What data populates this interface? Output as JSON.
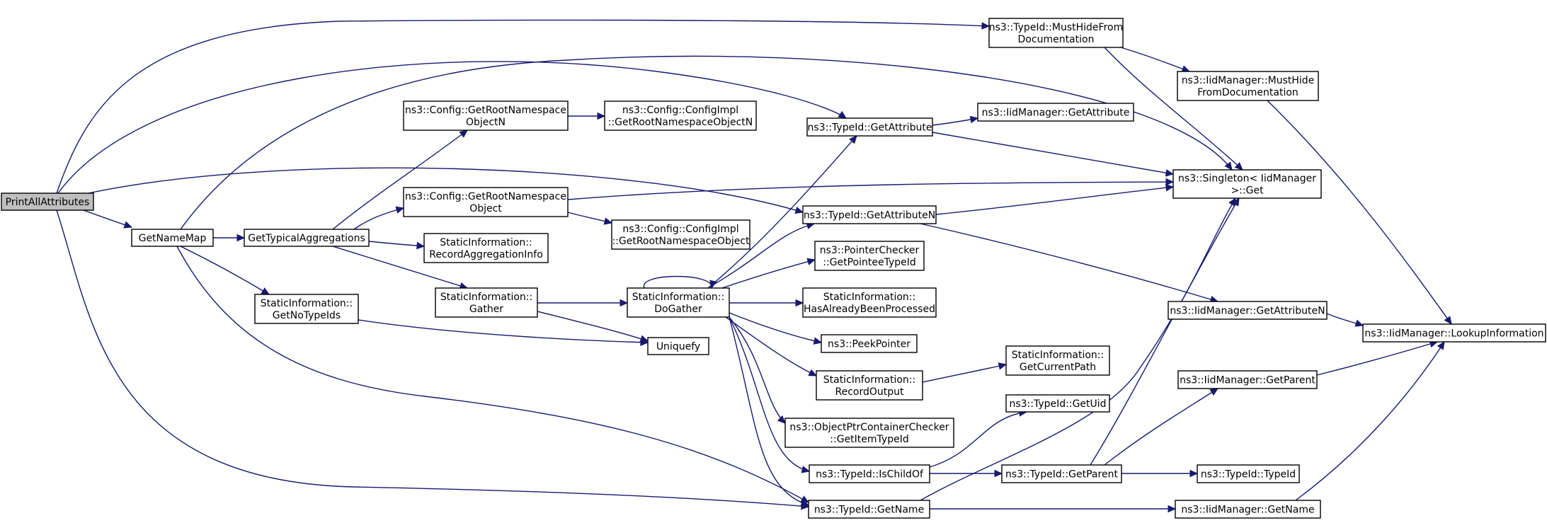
{
  "colors": {
    "edge": "#191970",
    "root_fill": "#bfbfbf",
    "node_fill": "#ffffff",
    "node_stroke": "#000000"
  },
  "nodes": {
    "root": [
      "PrintAllAttributes"
    ],
    "getnamemap": [
      "GetNameMap"
    ],
    "gettypicalagg": [
      "GetTypicalAggregations"
    ],
    "cfg_rootnsobjn": [
      "ns3::Config::GetRootNamespace",
      "ObjectN"
    ],
    "cfgimpl_rootnsobjn": [
      "ns3::Config::ConfigImpl",
      "::GetRootNamespaceObjectN"
    ],
    "cfg_rootnsobj": [
      "ns3::Config::GetRootNamespace",
      "Object"
    ],
    "cfgimpl_rootnsobj": [
      "ns3::Config::ConfigImpl",
      "::GetRootNamespaceObject"
    ],
    "recordagg": [
      "StaticInformation::",
      "RecordAggregationInfo"
    ],
    "getnotypeids": [
      "StaticInformation::",
      "GetNoTypeIds"
    ],
    "gather": [
      "StaticInformation::",
      "Gather"
    ],
    "dogather": [
      "StaticInformation::",
      "DoGather"
    ],
    "uniquefy": [
      "Uniquefy"
    ],
    "typeid_getattr": [
      "ns3::TypeId::GetAttribute"
    ],
    "iid_getattr": [
      "ns3::IidManager::GetAttribute"
    ],
    "typeid_mustide": [
      "ns3::TypeId::MustHideFrom",
      "Documentation"
    ],
    "iid_musthide": [
      "ns3::IidManager::MustHide",
      "FromDocumentation"
    ],
    "singleton_get": [
      "ns3::Singleton< IidManager",
      ">::Get"
    ],
    "typeid_getattrn": [
      "ns3::TypeId::GetAttributeN"
    ],
    "pointerchecker": [
      "ns3::PointerChecker",
      "::GetPointeeTypeId"
    ],
    "hasalready": [
      "StaticInformation::",
      "HasAlreadyBeenProcessed"
    ],
    "peekpointer": [
      "ns3::PeekPointer"
    ],
    "recordoutput": [
      "StaticInformation::",
      "RecordOutput"
    ],
    "getcurrentpath": [
      "StaticInformation::",
      "GetCurrentPath"
    ],
    "objptrcontainer": [
      "ns3::ObjectPtrContainerChecker",
      "::GetItemTypeId"
    ],
    "typeid_getuid": [
      "ns3::TypeId::GetUid"
    ],
    "typeid_ischildof": [
      "ns3::TypeId::IsChildOf"
    ],
    "typeid_getparent": [
      "ns3::TypeId::GetParent"
    ],
    "typeid_typeid": [
      "ns3::TypeId::TypeId"
    ],
    "typeid_getname": [
      "ns3::TypeId::GetName"
    ],
    "iid_getattrn": [
      "ns3::IidManager::GetAttributeN"
    ],
    "iid_lookup": [
      "ns3::IidManager::LookupInformation"
    ],
    "iid_getparent": [
      "ns3::IidManager::GetParent"
    ],
    "iid_getname": [
      "ns3::IidManager::GetName"
    ]
  }
}
